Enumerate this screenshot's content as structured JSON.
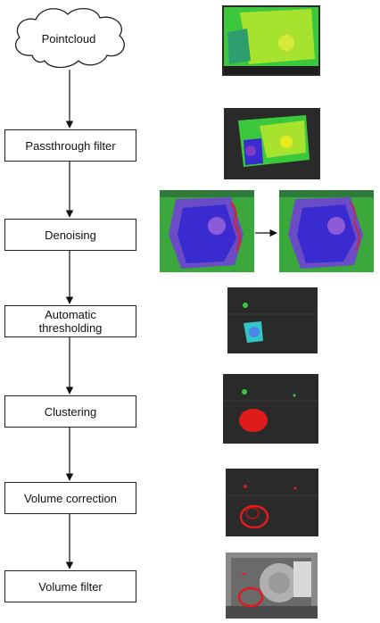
{
  "flow": {
    "start": "Pointcloud",
    "steps": [
      "Passthrough filter",
      "Denoising",
      "Automatic\nthresholding",
      "Clustering",
      "Volume correction",
      "Volume filter"
    ]
  },
  "colors": {
    "dark_background": "#2a2a2a",
    "green": "#3cc83c",
    "lime": "#a6e22e",
    "blue": "#3a2bd0",
    "purple": "#7a3cc4",
    "red": "#e01b1b",
    "yellow": "#e8e820",
    "cyan": "#33c6c6"
  }
}
